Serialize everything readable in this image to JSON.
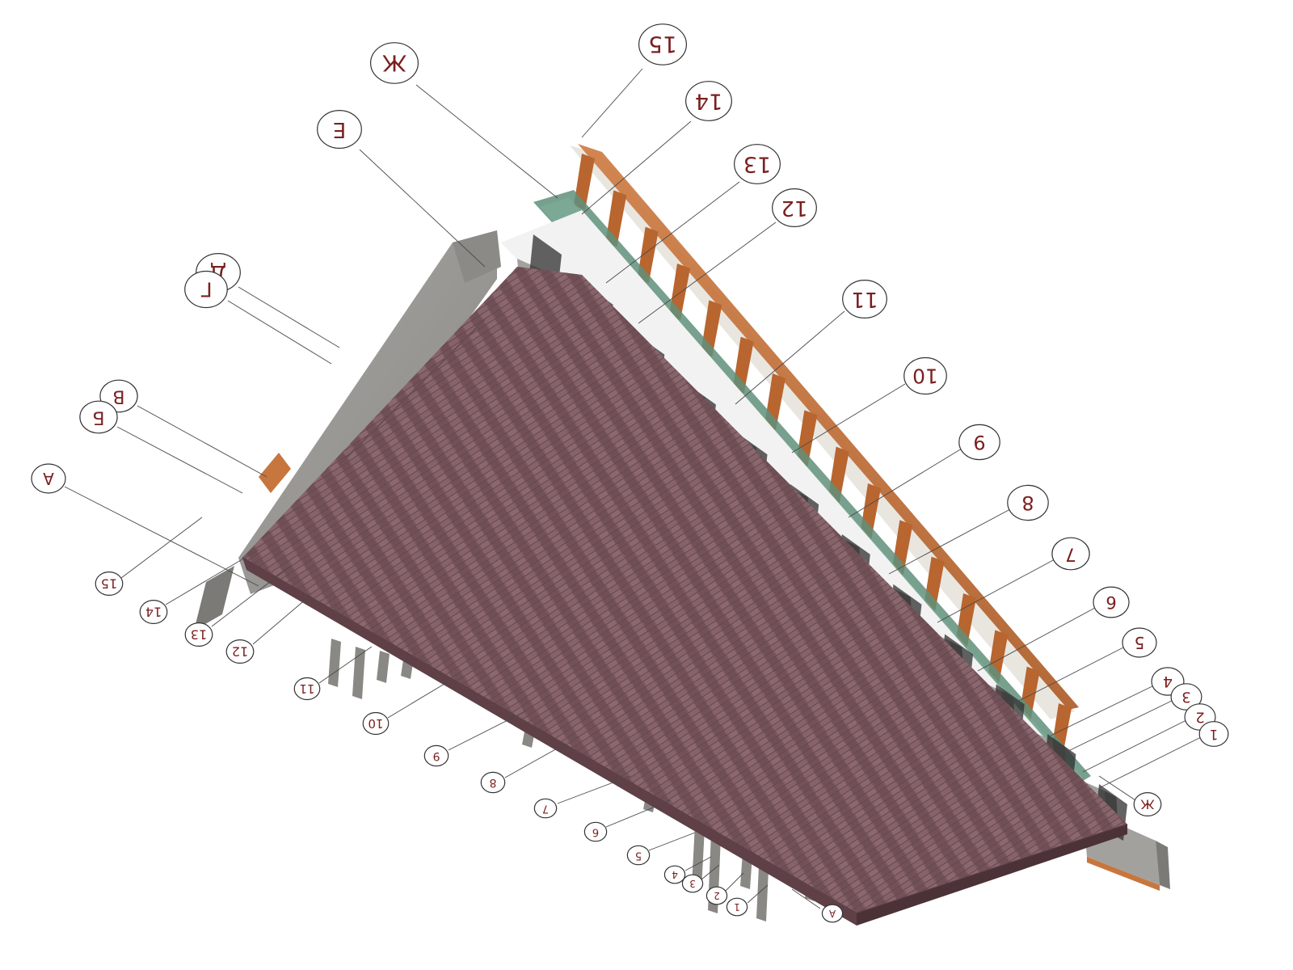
{
  "colors": {
    "brick": "#7d5a60",
    "brick_dark": "#5e4046",
    "concrete": "#9a9894",
    "concrete_dark": "#6f6d6a",
    "timber": "#c7763d",
    "glass": "#5f8f7a",
    "label": "#7a1f1f",
    "line": "#4a4a4a"
  },
  "axes": {
    "large": [
      {
        "label": "15"
      },
      {
        "label": "Ж"
      },
      {
        "label": "14"
      },
      {
        "label": "Е"
      },
      {
        "label": "13"
      },
      {
        "label": "12"
      },
      {
        "label": "Д"
      },
      {
        "label": "Г"
      },
      {
        "label": "11"
      },
      {
        "label": "10"
      },
      {
        "label": "В"
      },
      {
        "label": "Б"
      },
      {
        "label": "9"
      },
      {
        "label": "А"
      },
      {
        "label": "8"
      },
      {
        "label": "7"
      },
      {
        "label": "6"
      },
      {
        "label": "5"
      },
      {
        "label": "4"
      },
      {
        "label": "3"
      },
      {
        "label": "2"
      },
      {
        "label": "1"
      },
      {
        "label": "Ж"
      }
    ],
    "small": [
      {
        "label": "15"
      },
      {
        "label": "14"
      },
      {
        "label": "13"
      },
      {
        "label": "12"
      },
      {
        "label": "11"
      },
      {
        "label": "10"
      },
      {
        "label": "9"
      },
      {
        "label": "8"
      },
      {
        "label": "7"
      },
      {
        "label": "6"
      },
      {
        "label": "5"
      },
      {
        "label": "4"
      },
      {
        "label": "3"
      },
      {
        "label": "2"
      },
      {
        "label": "1"
      },
      {
        "label": "А"
      }
    ]
  }
}
